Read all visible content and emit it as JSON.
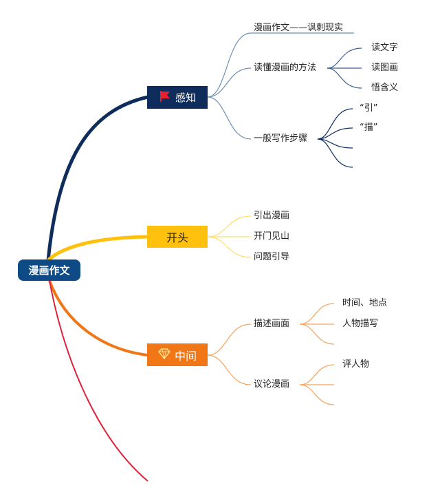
{
  "root": {
    "label": "漫画作文"
  },
  "branches": [
    {
      "label": "感知",
      "icon": "red-flag-icon",
      "color": "#0e2d5c",
      "children": [
        {
          "label": "漫画作文——讽刺现实"
        },
        {
          "label": "读懂漫画的方法",
          "children": [
            "读文字",
            "读图画",
            "悟含义"
          ]
        },
        {
          "label": "一般写作步骤",
          "children": [
            "“引”",
            "“描”",
            "",
            ""
          ]
        }
      ]
    },
    {
      "label": "开头",
      "color": "#ffc10e",
      "children": [
        {
          "label": "引出漫画"
        },
        {
          "label": "开门见山"
        },
        {
          "label": "问题引导"
        }
      ]
    },
    {
      "label": "中间",
      "icon": "diamond-icon",
      "color": "#f07616",
      "children": [
        {
          "label": "描述画面",
          "children": [
            "时间、地点",
            "人物描写",
            ""
          ]
        },
        {
          "label": "议论漫画",
          "children": [
            "评人物",
            "",
            ""
          ]
        }
      ]
    }
  ],
  "colors": {
    "branch4_line": "#e0203a",
    "light_blue": "#6b8fb5",
    "light_yellow": "#ffdd6a",
    "light_orange": "#f5a45e"
  }
}
